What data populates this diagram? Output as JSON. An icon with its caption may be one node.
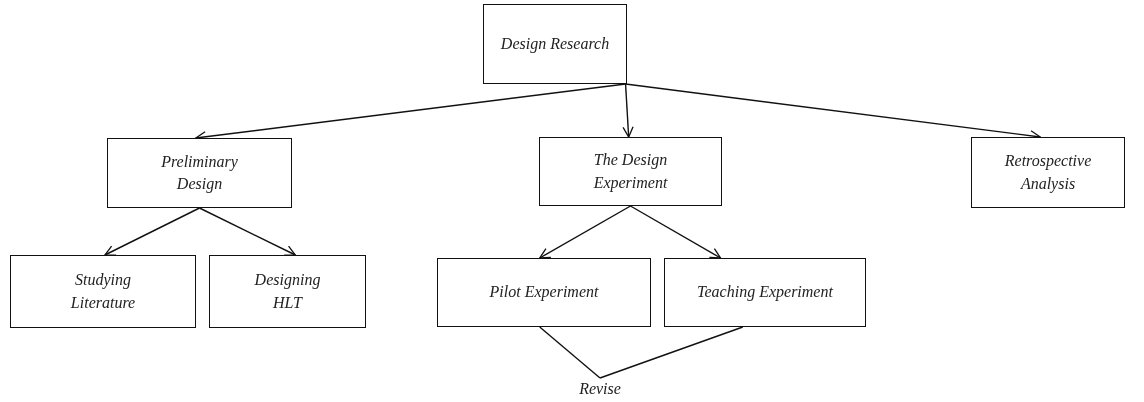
{
  "diagram": {
    "nodes": [
      {
        "text": [
          "Design Research"
        ]
      },
      {
        "text": [
          "Preliminary Design"
        ]
      },
      {
        "text": [
          "The Design Experiment"
        ]
      },
      {
        "text": [
          "Retrospective Analysis"
        ]
      },
      {
        "text": [
          "Studying Literature"
        ]
      },
      {
        "text": [
          "Designing HLT"
        ]
      },
      {
        "text": [
          "Pilot Experiment"
        ]
      },
      {
        "text": [
          "Teaching Experiment"
        ]
      },
      {
        "text": [
          "Revise"
        ]
      }
    ],
    "edges": [
      {
        "from": 0,
        "to": 1,
        "arrow": "to"
      },
      {
        "from": 0,
        "to": 2,
        "arrow": "to"
      },
      {
        "from": 0,
        "to": 3,
        "arrow": "to"
      },
      {
        "from": 1,
        "to": 4,
        "arrow": "to"
      },
      {
        "from": 1,
        "to": 5,
        "arrow": "to"
      },
      {
        "from": 2,
        "to": 6,
        "arrow": "to"
      },
      {
        "from": 2,
        "to": 7,
        "arrow": "to"
      },
      {
        "from": 6,
        "to": 8,
        "arrow": "none"
      },
      {
        "from": 7,
        "to": 8,
        "arrow": "none"
      }
    ]
  }
}
